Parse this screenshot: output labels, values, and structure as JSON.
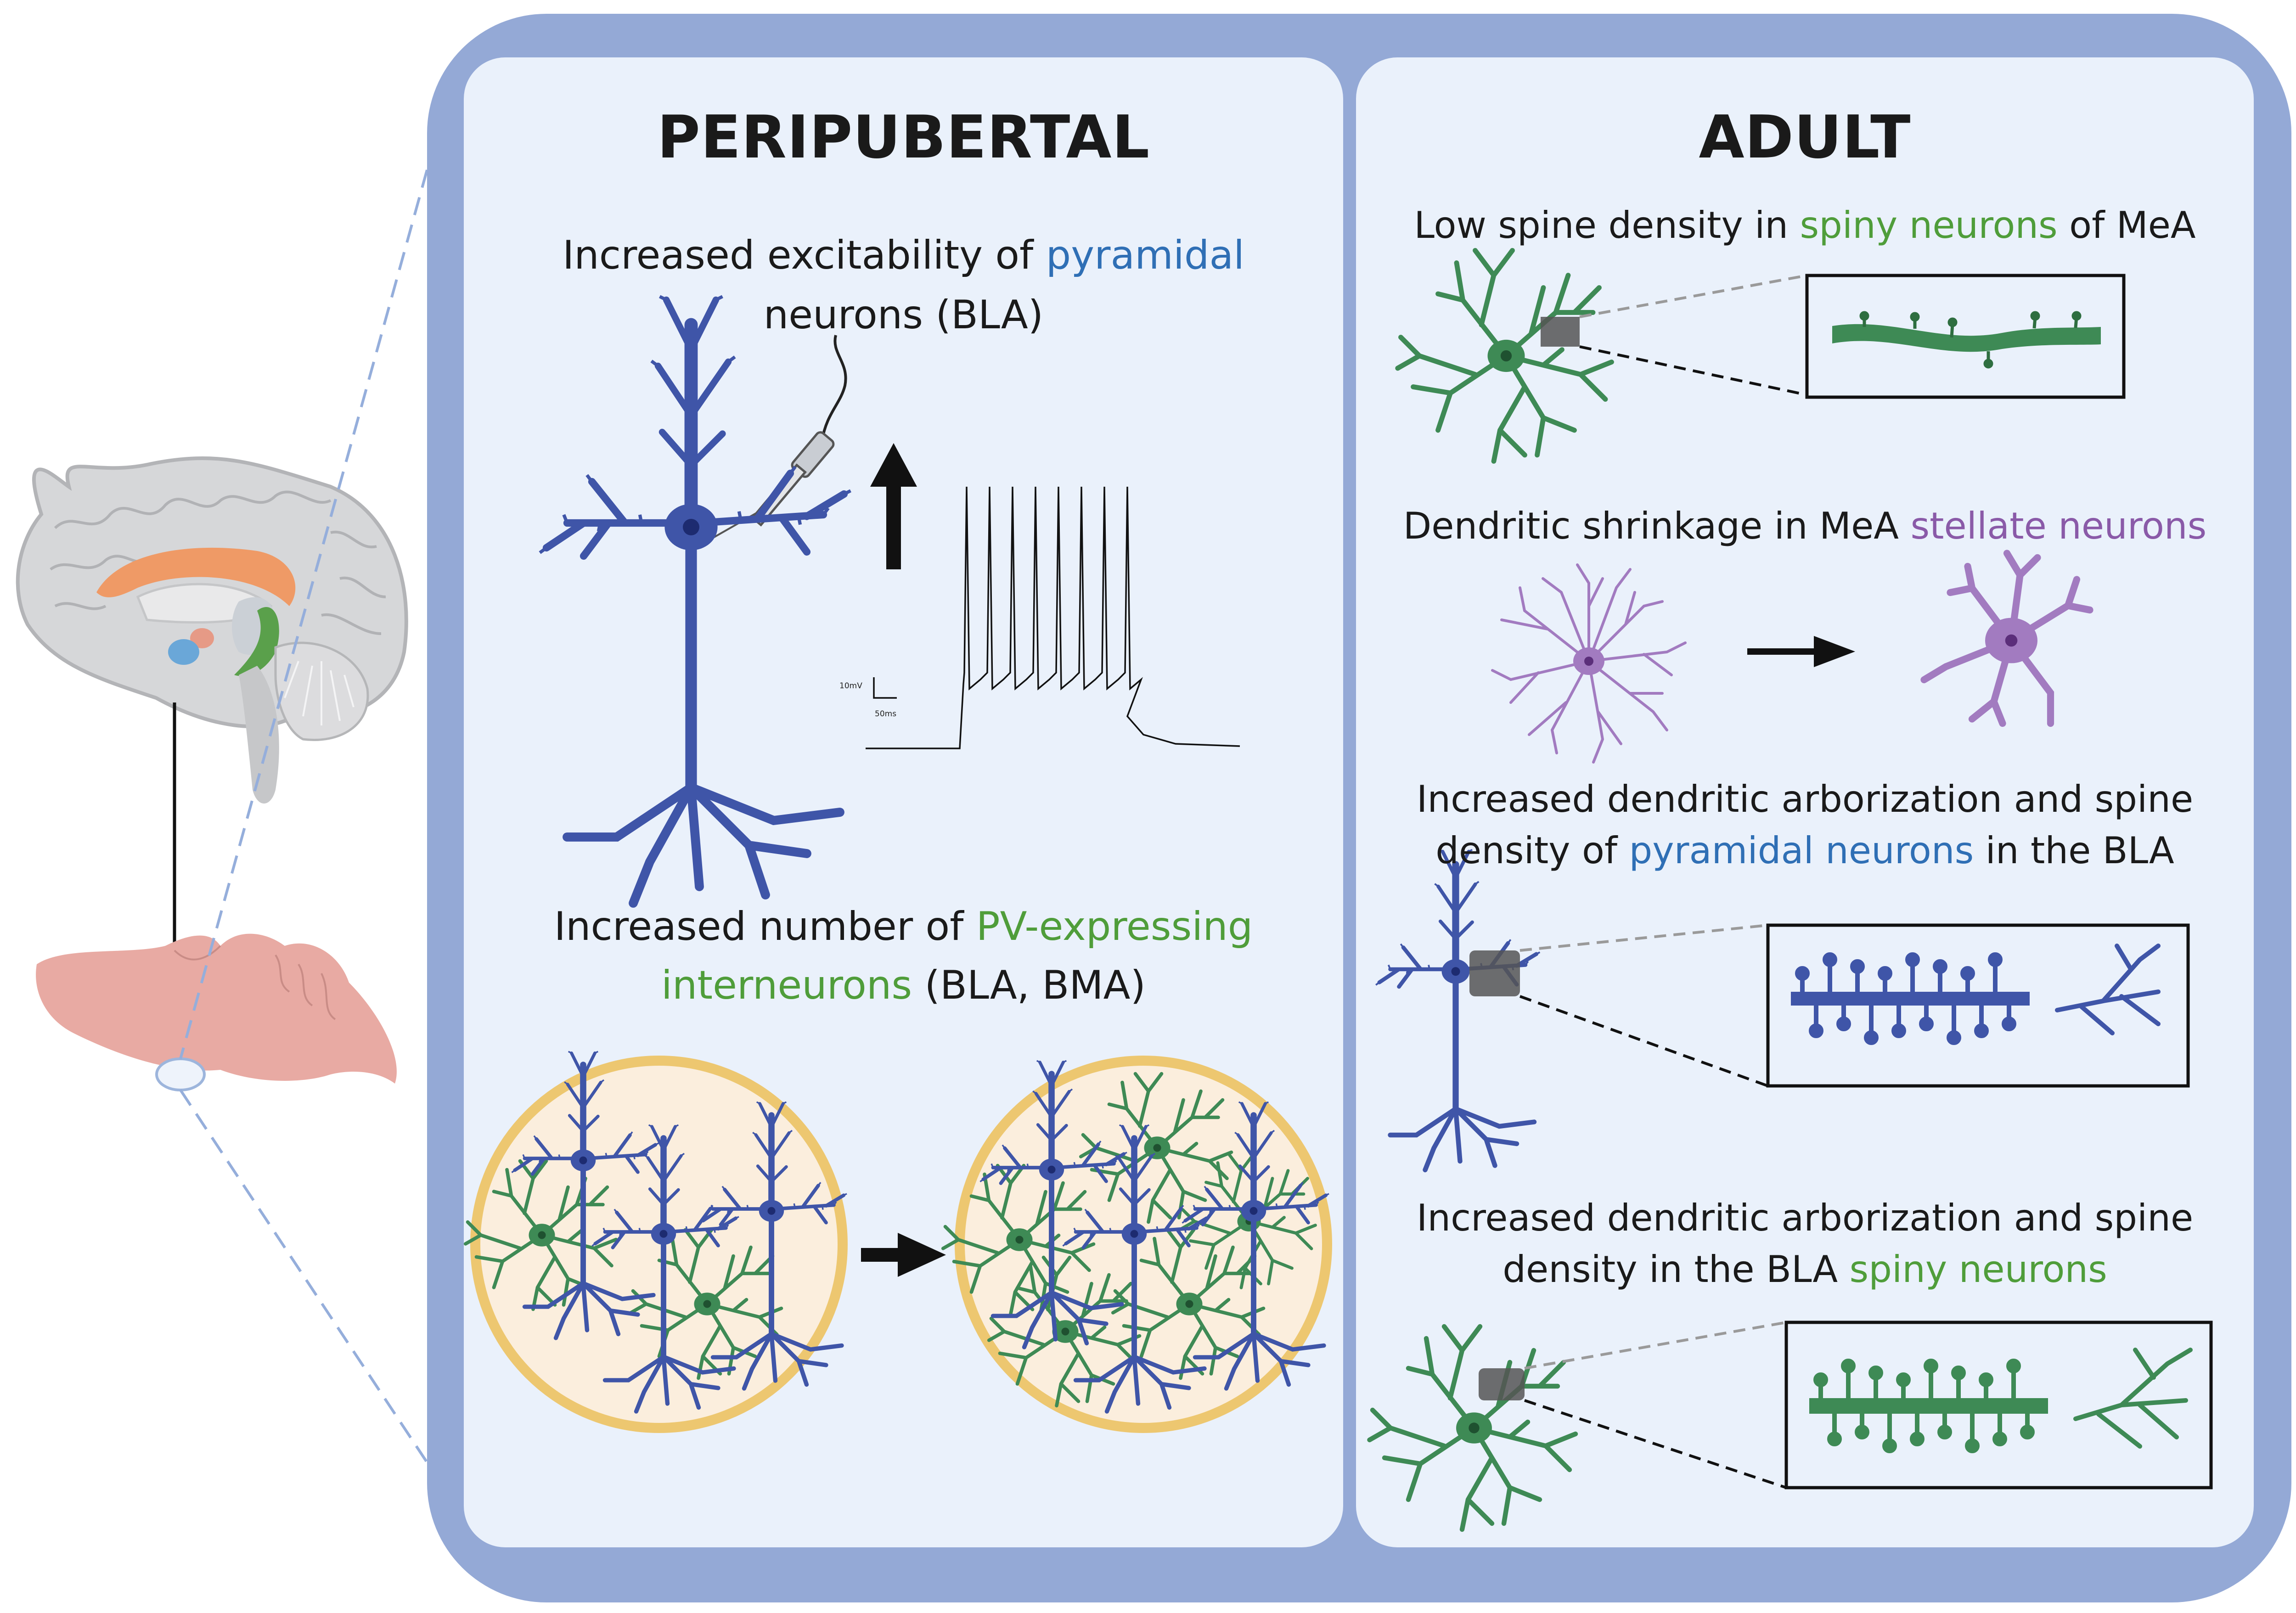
{
  "peripubertal": {
    "heading": "PERIPUBERTAL",
    "excitability": {
      "part1": "Increased excitability of ",
      "highlight": "pyramidal",
      "line2": "neurons (BLA)"
    },
    "trace": {
      "voltage_scale": "10mV",
      "time_scale": "50ms"
    },
    "pv": {
      "part1": "Increased number of ",
      "highlight1": "PV-expressing",
      "highlight2": "interneurons",
      "part2": " (BLA, BMA)"
    }
  },
  "adult": {
    "heading": "ADULT",
    "spine_low": {
      "part1": "Low spine density in ",
      "highlight": "spiny neurons",
      "part2": " of MeA"
    },
    "stellate": {
      "part1": "Dendritic shrinkage in MeA ",
      "highlight": "stellate neurons"
    },
    "pyramidal": {
      "line1": "Increased dendritic arborization and spine",
      "part1": "density of ",
      "highlight": "pyramidal neurons",
      "part2": " in the BLA"
    },
    "spiny_bla": {
      "line1": "Increased dendritic arborization and spine",
      "part1": "density in the BLA ",
      "highlight": "spiny neurons"
    }
  },
  "colors": {
    "frame": "#94a9d6",
    "panel": "#eaf1fb",
    "pyramidal_blue": "#3f55a8",
    "spiny_green": "#3e8a55",
    "stellate_purple": "#a27bc0",
    "amygdala_circle_fill": "#fbeedd",
    "amygdala_circle_ring": "#edc770",
    "brain_gray": "#cfd0d2",
    "rodent_brain": "#e8aaa3"
  },
  "icons": [
    "human-brain-icon",
    "rodent-brain-icon",
    "electrode-icon",
    "up-arrow-icon",
    "right-arrow-icon",
    "pyramidal-neuron-icon",
    "spiny-neuron-icon",
    "stellate-neuron-icon",
    "dendrite-segment-icon"
  ]
}
